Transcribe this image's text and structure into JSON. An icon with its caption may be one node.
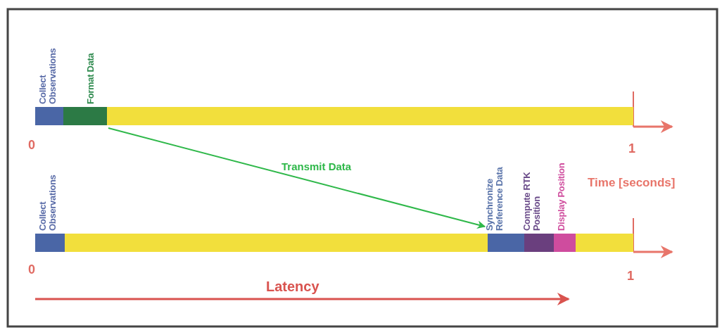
{
  "diagram": {
    "nodes": [
      {
        "text": [
          "Collect Observations"
        ]
      },
      {
        "text": [
          "Format Data"
        ]
      },
      {
        "text": [],
        "shape": "bar"
      },
      {
        "text": [
          "Collect Observations"
        ]
      },
      {
        "text": [],
        "shape": "bar"
      },
      {
        "text": [
          "Synchronize Reference Data"
        ]
      },
      {
        "text": [
          "Compute RTK Position"
        ]
      },
      {
        "text": [
          "Display Position"
        ]
      },
      {
        "text": [],
        "shape": "bar"
      }
    ],
    "edges": [
      {
        "from": 1,
        "to": 5,
        "arrow": "to",
        "label": "Transmit Data",
        "color": "#2fb84a"
      }
    ],
    "labels": [
      "0",
      "1",
      "Time [seconds]",
      "0",
      "1",
      "Latency"
    ]
  }
}
